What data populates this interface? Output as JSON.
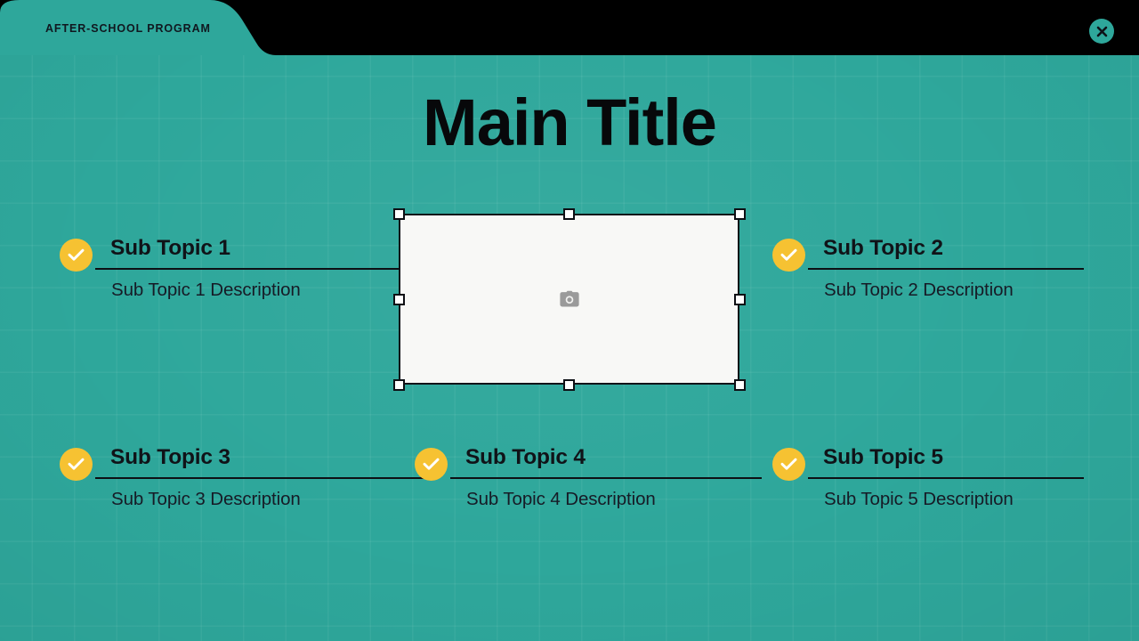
{
  "window": {
    "tab_label": "AFTER-SCHOOL PROGRAM",
    "close_icon": "close-x-icon",
    "bar_color": "#000000",
    "tab_color": "#2ea79b"
  },
  "slide": {
    "background_color": "#2ea79b",
    "accent_color": "#f6c232",
    "text_color": "#101318",
    "title": "Main Title"
  },
  "media": {
    "placeholder_icon": "camera-icon",
    "fill_color": "#f8f8f6",
    "selected": true,
    "handles": 8
  },
  "topics": [
    {
      "badge_icon": "check-icon",
      "title": "Sub Topic 1",
      "description": "Sub Topic 1 Description"
    },
    {
      "badge_icon": "check-icon",
      "title": "Sub Topic 2",
      "description": "Sub Topic 2 Description"
    },
    {
      "badge_icon": "check-icon",
      "title": "Sub Topic 3",
      "description": "Sub Topic 3 Description"
    },
    {
      "badge_icon": "check-icon",
      "title": "Sub Topic 4",
      "description": "Sub Topic 4 Description"
    },
    {
      "badge_icon": "check-icon",
      "title": "Sub Topic 5",
      "description": "Sub Topic 5 Description"
    }
  ]
}
